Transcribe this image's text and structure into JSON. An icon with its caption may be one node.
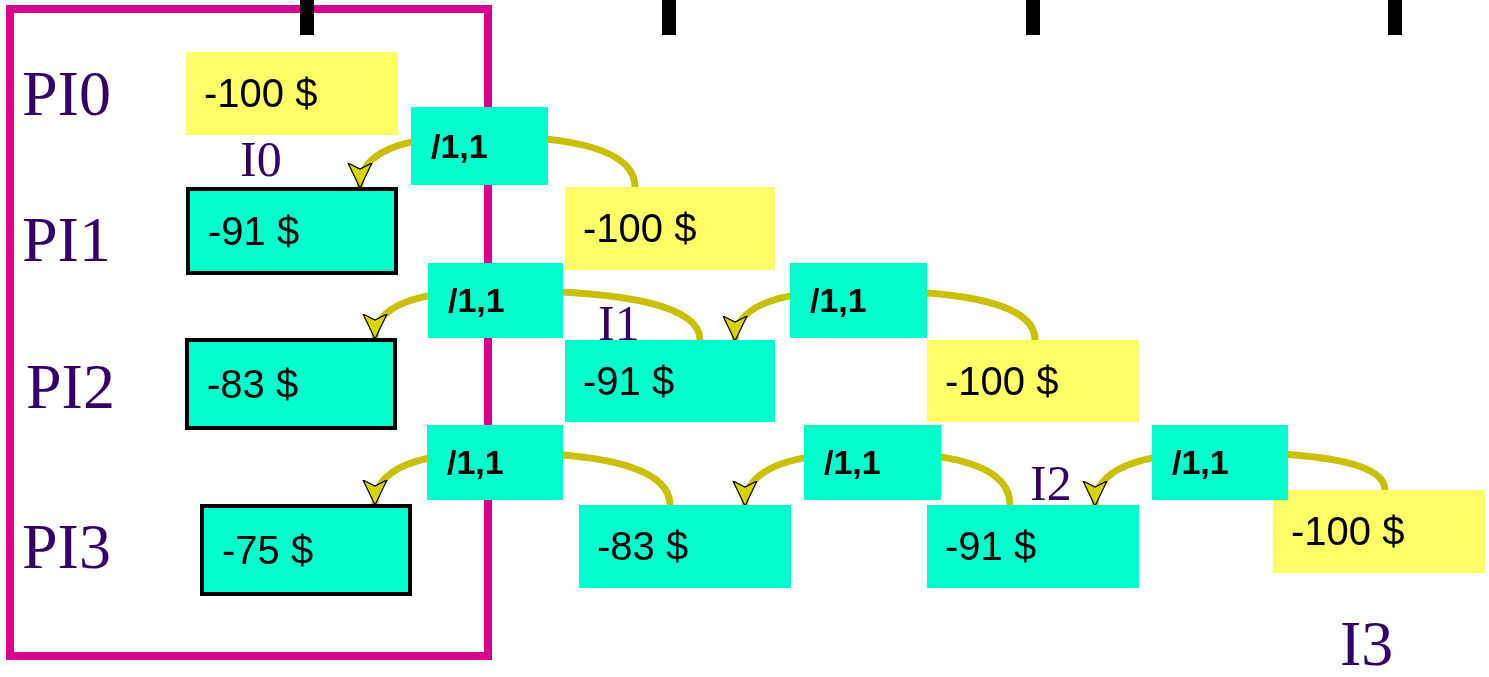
{
  "diagram": {
    "nodes": [
      {
        "text": [],
        "shape": "box"
      },
      {
        "text": [
          "-100 $"
        ],
        "in": 0
      },
      {
        "text": [
          "-91 $"
        ],
        "in": 0
      },
      {
        "text": [
          "-100 $"
        ]
      },
      {
        "text": [
          "-83 $"
        ],
        "in": 0
      },
      {
        "text": [
          "-91 $"
        ]
      },
      {
        "text": [
          "-100 $"
        ]
      },
      {
        "text": [
          "-75 $"
        ],
        "in": 0
      },
      {
        "text": [
          "-83 $"
        ]
      },
      {
        "text": [
          "-91 $"
        ]
      },
      {
        "text": [
          "-100 $"
        ]
      }
    ],
    "edges": [
      {
        "from": 3,
        "to": 2,
        "arrow": "to",
        "label": "/1,1"
      },
      {
        "from": 5,
        "to": 4,
        "arrow": "to",
        "label": "/1,1"
      },
      {
        "from": 6,
        "to": 5,
        "arrow": "to",
        "label": "/1,1"
      },
      {
        "from": 8,
        "to": 7,
        "arrow": "to",
        "label": "/1,1"
      },
      {
        "from": 9,
        "to": 8,
        "arrow": "to",
        "label": "/1,1"
      },
      {
        "from": 10,
        "to": 9,
        "arrow": "to",
        "label": "/1,1"
      }
    ],
    "labels": [
      "PI0",
      "I0",
      "PI1",
      "I1",
      "PI2",
      "I2",
      "PI3",
      "I3"
    ]
  }
}
